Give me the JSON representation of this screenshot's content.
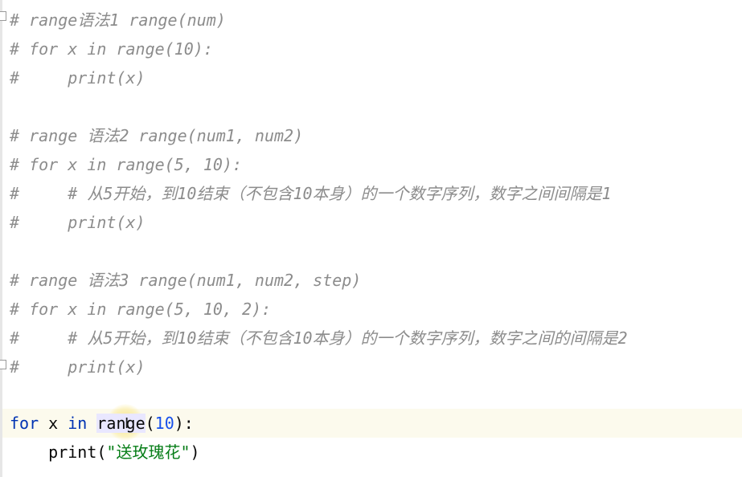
{
  "comments": {
    "line1": "# range语法1 range(num)",
    "line2": "# for x in range(10):",
    "line3": "#     print(x)",
    "line5": "# range 语法2 range(num1, num2)",
    "line6": "# for x in range(5, 10):",
    "line7": "#     # 从5开始，到10结束（不包含10本身）的一个数字序列，数字之间间隔是1",
    "line8": "#     print(x)",
    "line10": "# range 语法3 range(num1, num2, step)",
    "line11": "# for x in range(5, 10, 2):",
    "line12": "#     # 从5开始，到10结束（不包含10本身）的一个数字序列，数字之间的间隔是2",
    "line13": "#     print(x)"
  },
  "code": {
    "for_kw": "for",
    "var": " x ",
    "in_kw": "in",
    "func_a": "ra",
    "func_b": "nge",
    "paren_open": "(",
    "arg": "10",
    "paren_close": "):",
    "indent": "    ",
    "print_fn": "print(",
    "string": "\"送玫瑰花\"",
    "print_close": ")"
  }
}
